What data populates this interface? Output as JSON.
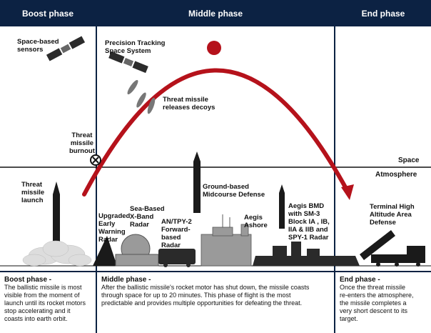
{
  "headers": {
    "boost": "Boost phase",
    "middle": "Middle phase",
    "end": "End phase"
  },
  "zones": {
    "space": "Space",
    "atmosphere": "Atmosphere"
  },
  "labels": {
    "space_sensors": [
      "Space-based",
      "sensors"
    ],
    "precision_tracking": [
      "Precision Tracking",
      "Space System"
    ],
    "decoys": [
      "Threat missile",
      "releases decoys"
    ],
    "burnout": [
      "Threat",
      "missile",
      "burnout"
    ],
    "launch": [
      "Threat",
      "missile",
      "launch"
    ],
    "gmd": [
      "Ground-based",
      "Midcourse Defense"
    ],
    "upgraded_radar": [
      "Upgraded",
      "Early",
      "Warning",
      "Radar"
    ],
    "sbx": [
      "Sea-Based",
      "X-Band",
      "Radar"
    ],
    "tpy2": [
      "AN/TPY-2",
      "Forward-",
      "based",
      "Radar"
    ],
    "aegis_ashore": [
      "Aegis",
      "Ashore"
    ],
    "aegis_bmd": [
      "Aegis BMD",
      "with SM-3",
      "Block IA , IB,",
      "IIA & IIB and",
      "SPY-1 Radar"
    ],
    "thaad": [
      "Terminal High",
      "Altitude Area",
      "Defense"
    ]
  },
  "descriptions": {
    "boost": {
      "title": "Boost phase -",
      "lines": [
        "The ballistic missile is most",
        "visible from the moment of",
        "launch until its rocket motors",
        "stop accelerating and it",
        "coasts into earth orbit."
      ]
    },
    "middle": {
      "title": "Middle phase -",
      "lines": [
        "After the ballistic missile's rocket motor has shut down, the missile coasts",
        "through space for up to 20 minutes. This phase of flight is the most",
        "predictable and provides multiple opportunities for defeating the threat."
      ]
    },
    "end": {
      "title": "End phase -",
      "lines": [
        "Once the threat missile",
        "re-enters the atmosphere,",
        "the missile completes a",
        "very short descent to its",
        "target."
      ]
    }
  },
  "colors": {
    "header_bg": "#0c2243",
    "trajectory": "#b5121b",
    "equipment": "#333333",
    "divider": "#0c2243"
  }
}
